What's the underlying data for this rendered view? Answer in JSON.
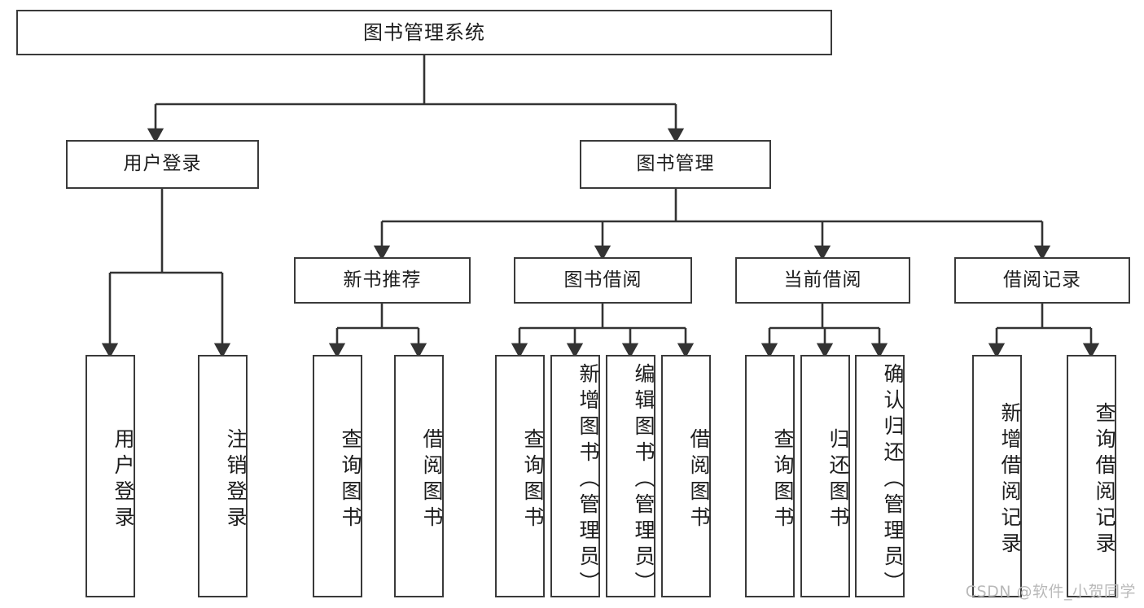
{
  "diagram": {
    "title": "图书管理系统",
    "type": "tree-hierarchy-diagram",
    "root": {
      "label": "图书管理系统"
    },
    "level2": [
      {
        "label": "用户登录"
      },
      {
        "label": "图书管理"
      }
    ],
    "level3": [
      {
        "label": "新书推荐"
      },
      {
        "label": "图书借阅"
      },
      {
        "label": "当前借阅"
      },
      {
        "label": "借阅记录"
      }
    ],
    "leaves_user_login": [
      {
        "label": "用户登录"
      },
      {
        "label": "注销登录"
      }
    ],
    "leaves_new_book": [
      {
        "label": "查询图书"
      },
      {
        "label": "借阅图书"
      }
    ],
    "leaves_borrow": [
      {
        "label": "查询图书"
      },
      {
        "label": "新增图书（管理员）"
      },
      {
        "label": "编辑图书（管理员）"
      },
      {
        "label": "借阅图书"
      }
    ],
    "leaves_current": [
      {
        "label": "查询图书"
      },
      {
        "label": "归还图书"
      },
      {
        "label": "确认归还（管理员）"
      }
    ],
    "leaves_records": [
      {
        "label": "新增借阅记录"
      },
      {
        "label": "查询借阅记录"
      }
    ]
  },
  "watermark": {
    "text": "CSDN @软件_小贺同学"
  },
  "colors": {
    "box_border": "#3a3a3a",
    "box_fill": "#ffffff",
    "text": "#1d1d1d",
    "line": "#333333",
    "watermark": "#b9b9b9",
    "background": "#ffffff"
  }
}
